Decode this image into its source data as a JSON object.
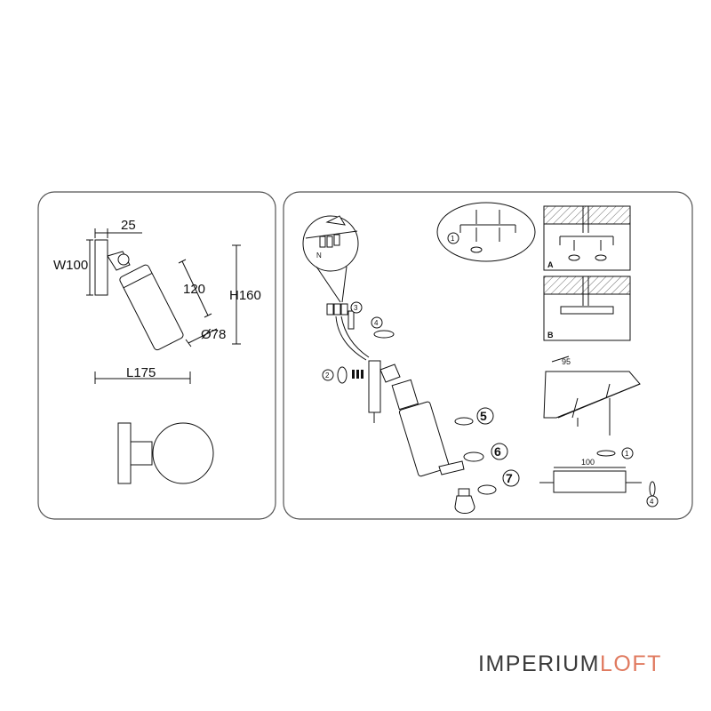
{
  "dimensions": {
    "width_label": "W100",
    "depth_label": "25",
    "shade_length_label": "120",
    "height_label": "H160",
    "diameter_label": "Ø78",
    "length_label": "L175"
  },
  "steps": {
    "s1": "1",
    "s2": "2",
    "s3": "3",
    "s4": "4",
    "s5": "5",
    "s6": "6",
    "s7": "7"
  },
  "mounting": {
    "option_a": "A",
    "option_b": "B",
    "bar_spacing": "95",
    "plate_width": "100"
  },
  "brand": {
    "part1": "IMPERIUM",
    "part2": "LOFT",
    "color1": "#3a3a3a",
    "color2": "#e07a5f"
  }
}
